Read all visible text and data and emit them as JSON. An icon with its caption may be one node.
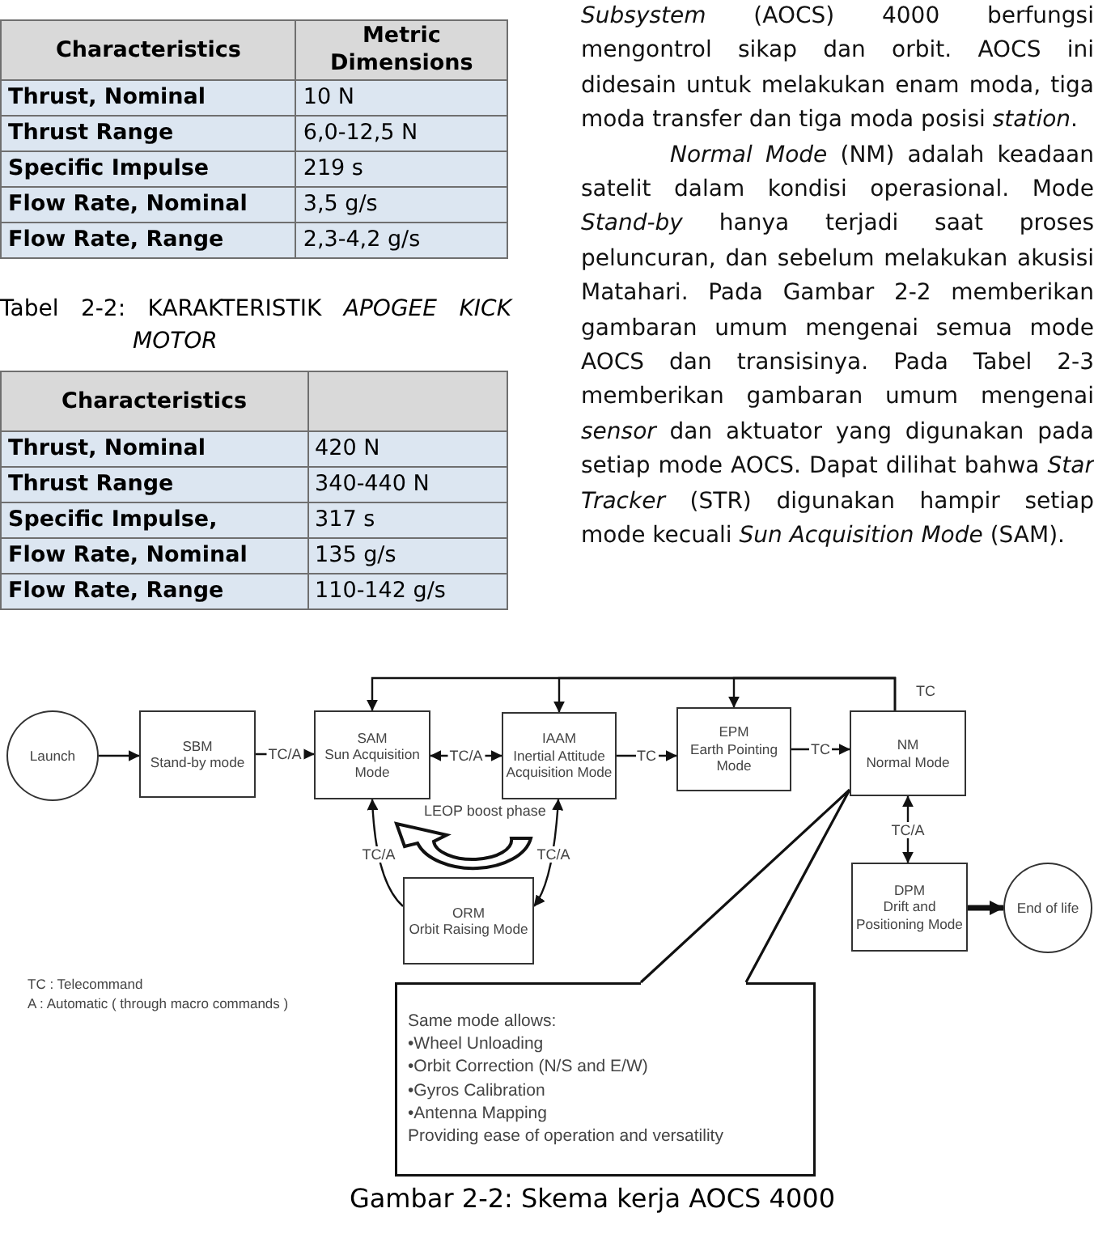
{
  "diagram": {
    "caption": "Gambar 2-2: Skema kerja AOCS 4000",
    "nodes": [
      {
        "text": [
          "Launch"
        ]
      },
      {
        "text": [
          "SBM",
          "Stand-by mode"
        ]
      },
      {
        "text": [
          "SAM",
          "Sun Acquisition Mode"
        ]
      },
      {
        "text": [
          "IAAM",
          "Inertial Attitude Acquisition Mode"
        ]
      },
      {
        "text": [
          "EPM",
          "Earth Pointing Mode"
        ]
      },
      {
        "text": [
          "NM",
          "Normal Mode"
        ]
      },
      {
        "text": [
          "ORM",
          "Orbit Raising Mode"
        ]
      },
      {
        "text": [
          "DPM",
          "Drift and Positioning Mode"
        ]
      },
      {
        "text": [
          "End of life"
        ]
      },
      {
        "text": [
          "Same mode allows:",
          "•Wheel Unloading",
          "•Orbit Correction (N/S and E/W)",
          "•Gyros Calibration",
          "•Antenna Mapping",
          "Providing ease of operation and versatility"
        ]
      }
    ],
    "edges": [
      {
        "from": 0,
        "to": 1,
        "arrow": "to"
      },
      {
        "from": 1,
        "to": 2,
        "arrow": "to",
        "label": "TC/A"
      },
      {
        "from": 2,
        "to": 3,
        "arrow": "both",
        "label": "TC/A"
      },
      {
        "from": 3,
        "to": 4,
        "arrow": "to",
        "label": "TC"
      },
      {
        "from": 4,
        "to": 5,
        "arrow": "to",
        "label": "TC"
      },
      {
        "from": 5,
        "to": 2,
        "arrow": "to",
        "label": "TC"
      },
      {
        "from": 5,
        "to": 3,
        "arrow": "to"
      },
      {
        "from": 5,
        "to": 4,
        "arrow": "to"
      },
      {
        "from": 6,
        "to": 2,
        "arrow": "to",
        "label": "TC/A"
      },
      {
        "from": 3,
        "to": 6,
        "arrow": "both",
        "label": "TC/A"
      },
      {
        "from": 5,
        "to": 7,
        "arrow": "both",
        "label": "TC/A"
      },
      {
        "from": 7,
        "to": 8,
        "arrow": "to",
        "style": "thick"
      },
      {
        "from": 9,
        "to": 5,
        "arrow": "none"
      }
    ],
    "labels": [
      "Characteristics",
      "Metric Dimensions",
      "Thrust, Nominal",
      "10 N",
      "Thrust Range",
      "6,0-12,5 N",
      "Specific Impulse",
      "219 s",
      "Flow Rate, Nominal",
      "3,5 g/s",
      "Flow Rate, Range",
      "2,3-4,2 g/s",
      "Tabel 2-2: KARAKTERISTIK *APOGEE KICK MOTOR*",
      "Characteristics",
      "Thrust, Nominal",
      "420 N",
      "Thrust Range",
      "340-440 N",
      "Specific Impulse,",
      "317 s",
      "Flow Rate, Nominal",
      "135 g/s",
      "Flow Rate, Range",
      "110-142 g/s",
      "*Subsystem* (AOCS) 4000 berfungsi mengontrol sikap dan orbit. AOCS ini didesain untuk melakukan enam moda, tiga moda transfer dan tiga moda posisi *station*.",
      "*Normal Mode* (NM) adalah keadaan satelit dalam kondisi operasional. Mode *Stand-by* hanya terjadi saat proses peluncuran, dan sebelum melakukan akusisi Matahari. Pada Gambar 2-2 memberikan gambaran umum mengenai semua mode AOCS dan transisinya. Pada Tabel 2-3 memberikan gambaran umum mengenai *sensor* dan aktuator yang digunakan pada setiap mode AOCS. Dapat dilihat bahwa *Star Tracker* (STR) digunakan hampir setiap mode kecuali *Sun Acquisition Mode* (SAM).",
      "TC : Telecommand",
      "A : Automatic ( through macro commands )",
      "LEOP boost phase"
    ]
  }
}
